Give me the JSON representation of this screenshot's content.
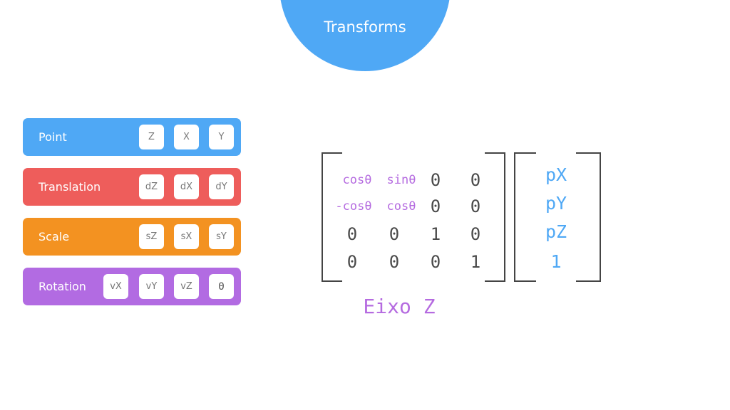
{
  "title": "Transforms",
  "panels": [
    {
      "label": "Point",
      "color": "#4fa8f5",
      "chips": [
        "Z",
        "X",
        "Y"
      ]
    },
    {
      "label": "Translation",
      "color": "#ee5d5b",
      "chips": [
        "dZ",
        "dX",
        "dY"
      ]
    },
    {
      "label": "Scale",
      "color": "#f39221",
      "chips": [
        "sZ",
        "sX",
        "sY"
      ]
    },
    {
      "label": "Rotation",
      "color": "#b26be2",
      "chips": [
        "vX",
        "vY",
        "vZ",
        "Θ"
      ]
    }
  ],
  "matrix": [
    [
      "cosθ",
      "sinθ",
      "0",
      "0"
    ],
    [
      "-cosθ",
      "cosθ",
      "0",
      "0"
    ],
    [
      "0",
      "0",
      "1",
      "0"
    ],
    [
      "0",
      "0",
      "0",
      "1"
    ]
  ],
  "vector": [
    "pX",
    "pY",
    "pZ",
    "1"
  ],
  "axis_label": "Eixo Z",
  "colors": {
    "accent_blue": "#4fa8f5",
    "trig_purple": "#b56be0",
    "bracket": "#444444"
  }
}
